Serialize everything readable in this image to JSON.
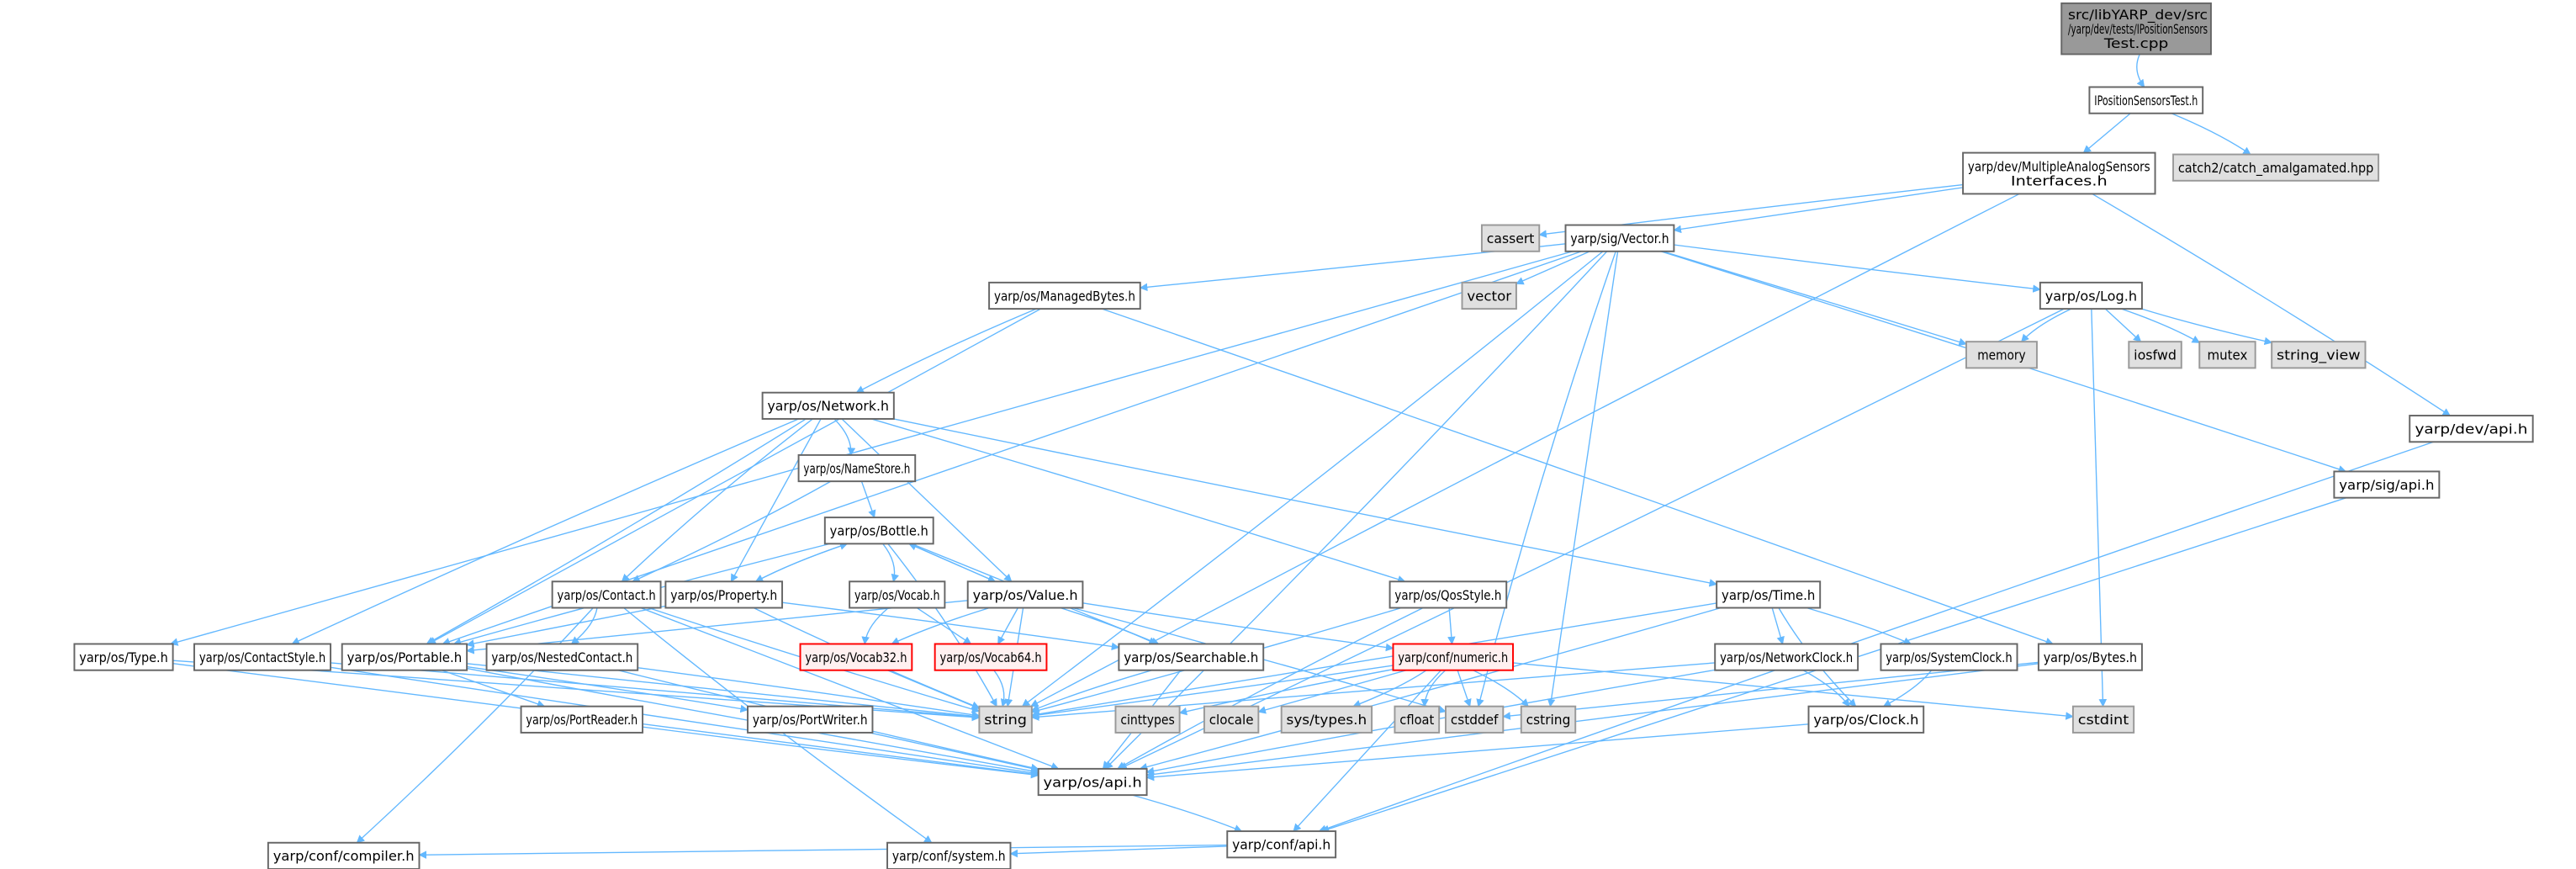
{
  "title": "Include dependency graph for IPositionSensorsTest.cpp",
  "colors": {
    "edge": "#63b8ff",
    "root_fill": "#999999",
    "file_fill": "#ffffff",
    "system_fill": "#e0e0e0",
    "truncated_fill": "#fff0f0",
    "truncated_stroke": "#ff0000",
    "border": "#666666"
  },
  "nodes": [
    {
      "id": "cpp",
      "lines": [
        "src/libYARP_dev/src",
        "/yarp/dev/tests/IPositionSensors",
        "Test.cpp"
      ],
      "kind": "root"
    },
    {
      "id": "ipst",
      "lines": [
        "IPositionSensorsTest.h"
      ],
      "kind": "file"
    },
    {
      "id": "masi",
      "lines": [
        "yarp/dev/MultipleAnalogSensors",
        "Interfaces.h"
      ],
      "kind": "file"
    },
    {
      "id": "catch2",
      "lines": [
        "catch2/catch_amalgamated.hpp"
      ],
      "kind": "system"
    },
    {
      "id": "cassert",
      "lines": [
        "cassert"
      ],
      "kind": "system"
    },
    {
      "id": "vectorh",
      "lines": [
        "yarp/sig/Vector.h"
      ],
      "kind": "file"
    },
    {
      "id": "devapi",
      "lines": [
        "yarp/dev/api.h"
      ],
      "kind": "file"
    },
    {
      "id": "vector",
      "lines": [
        "vector"
      ],
      "kind": "system"
    },
    {
      "id": "managed",
      "lines": [
        "yarp/os/ManagedBytes.h"
      ],
      "kind": "file"
    },
    {
      "id": "log",
      "lines": [
        "yarp/os/Log.h"
      ],
      "kind": "file"
    },
    {
      "id": "memory",
      "lines": [
        "memory"
      ],
      "kind": "system"
    },
    {
      "id": "iosfwd",
      "lines": [
        "iosfwd"
      ],
      "kind": "system"
    },
    {
      "id": "mutex",
      "lines": [
        "mutex"
      ],
      "kind": "system"
    },
    {
      "id": "string_view",
      "lines": [
        "string_view"
      ],
      "kind": "system"
    },
    {
      "id": "sigapi",
      "lines": [
        "yarp/sig/api.h"
      ],
      "kind": "file"
    },
    {
      "id": "network",
      "lines": [
        "yarp/os/Network.h"
      ],
      "kind": "file"
    },
    {
      "id": "namestore",
      "lines": [
        "yarp/os/NameStore.h"
      ],
      "kind": "file"
    },
    {
      "id": "bottle",
      "lines": [
        "yarp/os/Bottle.h"
      ],
      "kind": "file"
    },
    {
      "id": "contact",
      "lines": [
        "yarp/os/Contact.h"
      ],
      "kind": "file"
    },
    {
      "id": "property",
      "lines": [
        "yarp/os/Property.h"
      ],
      "kind": "file"
    },
    {
      "id": "vocab",
      "lines": [
        "yarp/os/Vocab.h"
      ],
      "kind": "file"
    },
    {
      "id": "value",
      "lines": [
        "yarp/os/Value.h"
      ],
      "kind": "file"
    },
    {
      "id": "qos",
      "lines": [
        "yarp/os/QosStyle.h"
      ],
      "kind": "file"
    },
    {
      "id": "time",
      "lines": [
        "yarp/os/Time.h"
      ],
      "kind": "file"
    },
    {
      "id": "type",
      "lines": [
        "yarp/os/Type.h"
      ],
      "kind": "file"
    },
    {
      "id": "contactstyle",
      "lines": [
        "yarp/os/ContactStyle.h"
      ],
      "kind": "file"
    },
    {
      "id": "portable",
      "lines": [
        "yarp/os/Portable.h"
      ],
      "kind": "file"
    },
    {
      "id": "nested",
      "lines": [
        "yarp/os/NestedContact.h"
      ],
      "kind": "file"
    },
    {
      "id": "vocab32",
      "lines": [
        "yarp/os/Vocab32.h"
      ],
      "kind": "truncated"
    },
    {
      "id": "vocab64",
      "lines": [
        "yarp/os/Vocab64.h"
      ],
      "kind": "truncated"
    },
    {
      "id": "searchable",
      "lines": [
        "yarp/os/Searchable.h"
      ],
      "kind": "file"
    },
    {
      "id": "numeric",
      "lines": [
        "yarp/conf/numeric.h"
      ],
      "kind": "truncated"
    },
    {
      "id": "netclock",
      "lines": [
        "yarp/os/NetworkClock.h"
      ],
      "kind": "file"
    },
    {
      "id": "sysclock",
      "lines": [
        "yarp/os/SystemClock.h"
      ],
      "kind": "file"
    },
    {
      "id": "bytes",
      "lines": [
        "yarp/os/Bytes.h"
      ],
      "kind": "file"
    },
    {
      "id": "portreader",
      "lines": [
        "yarp/os/PortReader.h"
      ],
      "kind": "file"
    },
    {
      "id": "portwriter",
      "lines": [
        "yarp/os/PortWriter.h"
      ],
      "kind": "file"
    },
    {
      "id": "string",
      "lines": [
        "string"
      ],
      "kind": "system"
    },
    {
      "id": "cinttypes",
      "lines": [
        "cinttypes"
      ],
      "kind": "system"
    },
    {
      "id": "clocale",
      "lines": [
        "clocale"
      ],
      "kind": "system"
    },
    {
      "id": "systypes",
      "lines": [
        "sys/types.h"
      ],
      "kind": "system"
    },
    {
      "id": "cfloat",
      "lines": [
        "cfloat"
      ],
      "kind": "system"
    },
    {
      "id": "cstddef",
      "lines": [
        "cstddef"
      ],
      "kind": "system"
    },
    {
      "id": "cstring",
      "lines": [
        "cstring"
      ],
      "kind": "system"
    },
    {
      "id": "clock",
      "lines": [
        "yarp/os/Clock.h"
      ],
      "kind": "file"
    },
    {
      "id": "cstdint",
      "lines": [
        "cstdint"
      ],
      "kind": "system"
    },
    {
      "id": "osapi",
      "lines": [
        "yarp/os/api.h"
      ],
      "kind": "file"
    },
    {
      "id": "confapi",
      "lines": [
        "yarp/conf/api.h"
      ],
      "kind": "file"
    },
    {
      "id": "compiler",
      "lines": [
        "yarp/conf/compiler.h"
      ],
      "kind": "file"
    },
    {
      "id": "system",
      "lines": [
        "yarp/conf/system.h"
      ],
      "kind": "file"
    }
  ],
  "edges": [
    [
      "cpp",
      "ipst"
    ],
    [
      "ipst",
      "masi"
    ],
    [
      "ipst",
      "catch2"
    ],
    [
      "masi",
      "cassert"
    ],
    [
      "masi",
      "vectorh"
    ],
    [
      "masi",
      "devapi"
    ],
    [
      "masi",
      "string"
    ],
    [
      "vectorh",
      "vector"
    ],
    [
      "vectorh",
      "managed"
    ],
    [
      "vectorh",
      "log"
    ],
    [
      "vectorh",
      "memory"
    ],
    [
      "vectorh",
      "sigapi"
    ],
    [
      "vectorh",
      "type"
    ],
    [
      "vectorh",
      "portable"
    ],
    [
      "vectorh",
      "string"
    ],
    [
      "vectorh",
      "cstddef"
    ],
    [
      "vectorh",
      "cstring"
    ],
    [
      "vectorh",
      "osapi"
    ],
    [
      "managed",
      "network"
    ],
    [
      "managed",
      "portable"
    ],
    [
      "managed",
      "bytes"
    ],
    [
      "log",
      "memory"
    ],
    [
      "log",
      "iosfwd"
    ],
    [
      "log",
      "mutex"
    ],
    [
      "log",
      "string_view"
    ],
    [
      "log",
      "cstdint"
    ],
    [
      "log",
      "osapi"
    ],
    [
      "devapi",
      "confapi"
    ],
    [
      "sigapi",
      "confapi"
    ],
    [
      "network",
      "namestore"
    ],
    [
      "network",
      "contact"
    ],
    [
      "network",
      "property"
    ],
    [
      "network",
      "portable"
    ],
    [
      "network",
      "contactstyle"
    ],
    [
      "network",
      "value"
    ],
    [
      "network",
      "qos"
    ],
    [
      "network",
      "time"
    ],
    [
      "namestore",
      "bottle"
    ],
    [
      "namestore",
      "contact"
    ],
    [
      "bottle",
      "property"
    ],
    [
      "bottle",
      "value"
    ],
    [
      "bottle",
      "vocab"
    ],
    [
      "bottle",
      "portable"
    ],
    [
      "bottle",
      "searchable"
    ],
    [
      "bottle",
      "string"
    ],
    [
      "property",
      "bottle"
    ],
    [
      "property",
      "portable"
    ],
    [
      "property",
      "searchable"
    ],
    [
      "property",
      "string"
    ],
    [
      "value",
      "bottle"
    ],
    [
      "value",
      "portable"
    ],
    [
      "value",
      "vocab32"
    ],
    [
      "value",
      "vocab64"
    ],
    [
      "value",
      "searchable"
    ],
    [
      "value",
      "numeric"
    ],
    [
      "value",
      "string"
    ],
    [
      "value",
      "cstddef"
    ],
    [
      "vocab",
      "vocab32"
    ],
    [
      "vocab",
      "vocab64"
    ],
    [
      "contact",
      "nested"
    ],
    [
      "contact",
      "string"
    ],
    [
      "contact",
      "osapi"
    ],
    [
      "contact",
      "compiler"
    ],
    [
      "contact",
      "system"
    ],
    [
      "qos",
      "numeric"
    ],
    [
      "qos",
      "string"
    ],
    [
      "qos",
      "osapi"
    ],
    [
      "time",
      "netclock"
    ],
    [
      "time",
      "sysclock"
    ],
    [
      "time",
      "clock"
    ],
    [
      "time",
      "string"
    ],
    [
      "time",
      "osapi"
    ],
    [
      "type",
      "string"
    ],
    [
      "type",
      "osapi"
    ],
    [
      "contactstyle",
      "string"
    ],
    [
      "contactstyle",
      "osapi"
    ],
    [
      "portable",
      "portreader"
    ],
    [
      "portable",
      "portwriter"
    ],
    [
      "portable",
      "osapi"
    ],
    [
      "portable",
      "string"
    ],
    [
      "nested",
      "string"
    ],
    [
      "nested",
      "osapi"
    ],
    [
      "vocab32",
      "string"
    ],
    [
      "vocab64",
      "string"
    ],
    [
      "searchable",
      "string"
    ],
    [
      "searchable",
      "osapi"
    ],
    [
      "numeric",
      "string"
    ],
    [
      "numeric",
      "cinttypes"
    ],
    [
      "numeric",
      "clocale"
    ],
    [
      "numeric",
      "systypes"
    ],
    [
      "numeric",
      "cfloat"
    ],
    [
      "numeric",
      "cstddef"
    ],
    [
      "numeric",
      "cstring"
    ],
    [
      "numeric",
      "cstdint"
    ],
    [
      "numeric",
      "confapi"
    ],
    [
      "netclock",
      "clock"
    ],
    [
      "netclock",
      "osapi"
    ],
    [
      "netclock",
      "string"
    ],
    [
      "sysclock",
      "clock"
    ],
    [
      "clock",
      "osapi"
    ],
    [
      "bytes",
      "osapi"
    ],
    [
      "bytes",
      "cstddef"
    ],
    [
      "portreader",
      "osapi"
    ],
    [
      "portwriter",
      "osapi"
    ],
    [
      "osapi",
      "confapi"
    ],
    [
      "confapi",
      "compiler"
    ],
    [
      "confapi",
      "system"
    ]
  ]
}
